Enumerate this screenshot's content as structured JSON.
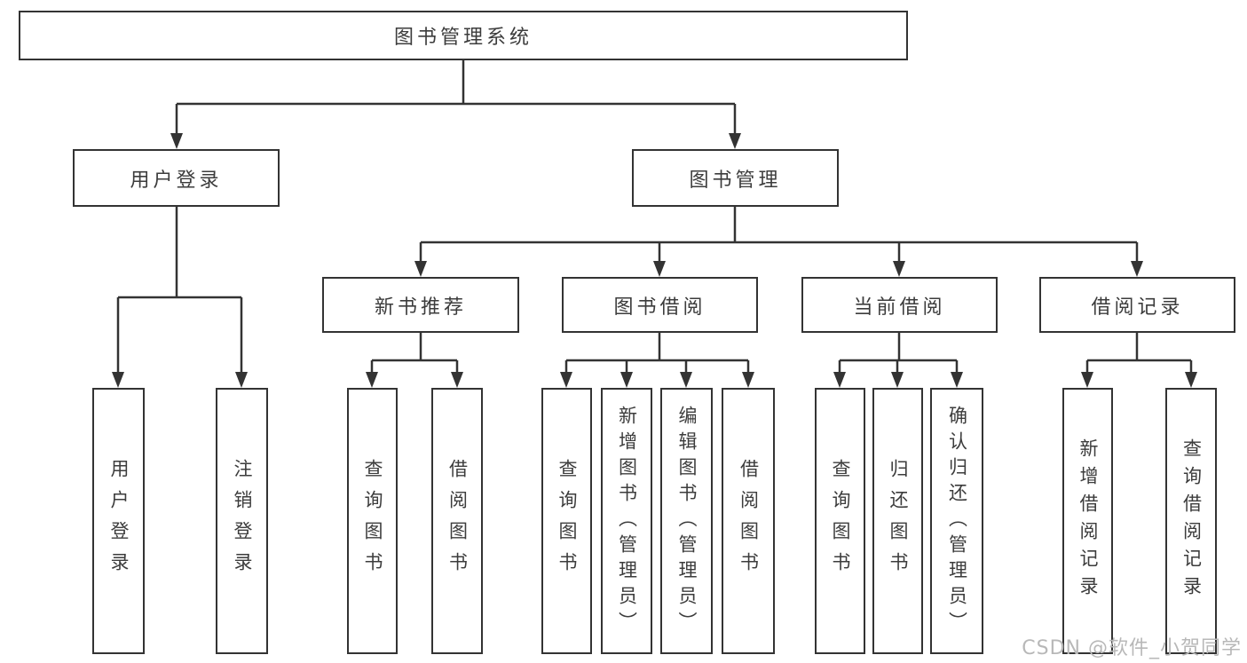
{
  "diagram": {
    "type": "hierarchy-tree",
    "tree": {
      "root": {
        "label": "图书管理系统"
      },
      "branches": [
        {
          "label": "用户登录",
          "children": [
            {
              "label": "用户登录"
            },
            {
              "label": "注销登录"
            }
          ]
        },
        {
          "label": "图书管理",
          "children": [
            {
              "label": "新书推荐",
              "children": [
                {
                  "label": "查询图书"
                },
                {
                  "label": "借阅图书"
                }
              ]
            },
            {
              "label": "图书借阅",
              "children": [
                {
                  "label": "查询图书"
                },
                {
                  "label": "新增图书（管理员）"
                },
                {
                  "label": "编辑图书（管理员）"
                },
                {
                  "label": "借阅图书"
                }
              ]
            },
            {
              "label": "当前借阅",
              "children": [
                {
                  "label": "查询图书"
                },
                {
                  "label": "归还图书"
                },
                {
                  "label": "确认归还（管理员）"
                }
              ]
            },
            {
              "label": "借阅记录",
              "children": [
                {
                  "label": "新增借阅记录"
                },
                {
                  "label": "查询借阅记录"
                }
              ]
            }
          ]
        }
      ]
    },
    "colors": {
      "line": "#333333",
      "box_border": "#333333",
      "text": "#3c3c3c",
      "background": "#ffffff",
      "watermark": "#b8b8b8"
    }
  },
  "watermark": {
    "text": "CSDN @软件_小贺同学"
  }
}
